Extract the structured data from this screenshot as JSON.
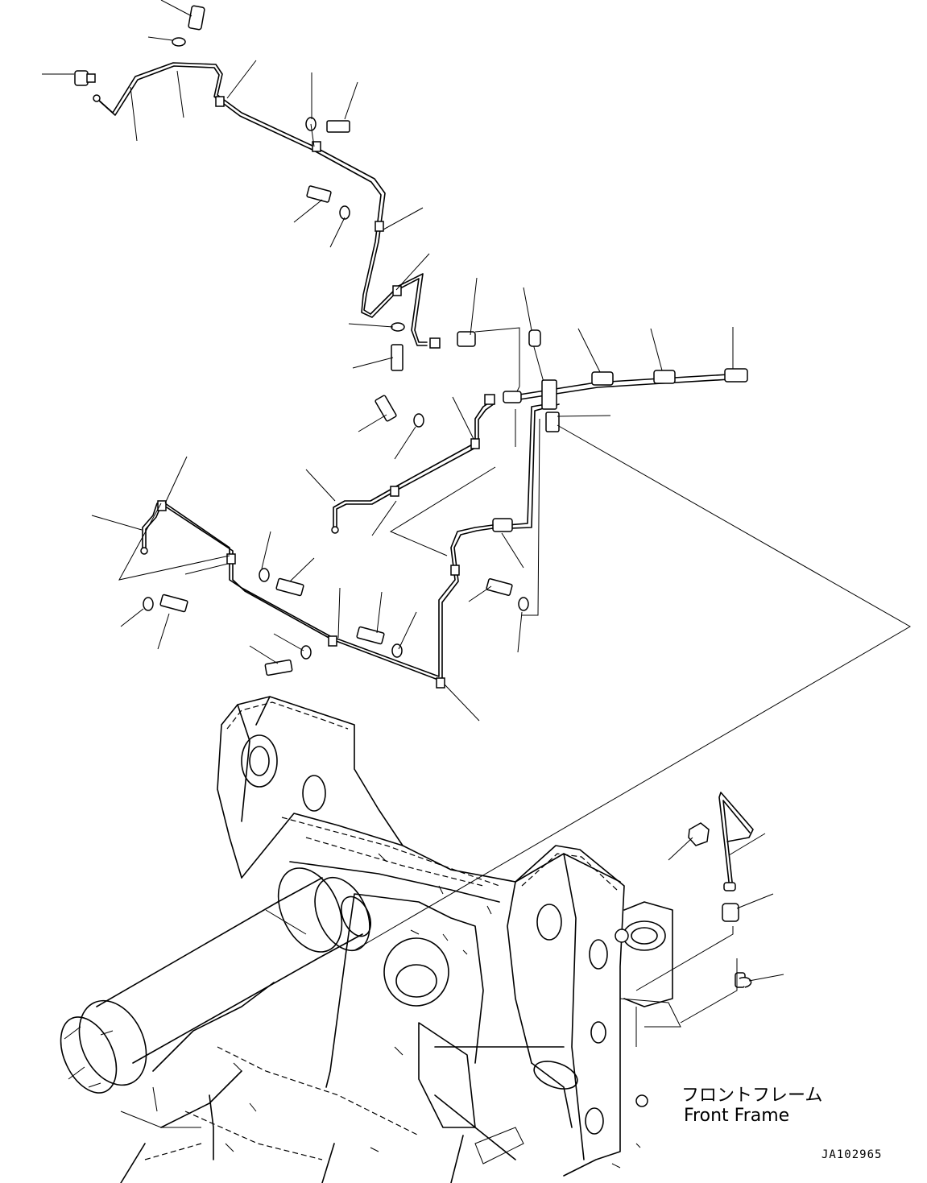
{
  "labels": {
    "frame_jp": "フロントフレーム",
    "frame_en": "Front Frame",
    "drawing_code": "JA102965"
  }
}
